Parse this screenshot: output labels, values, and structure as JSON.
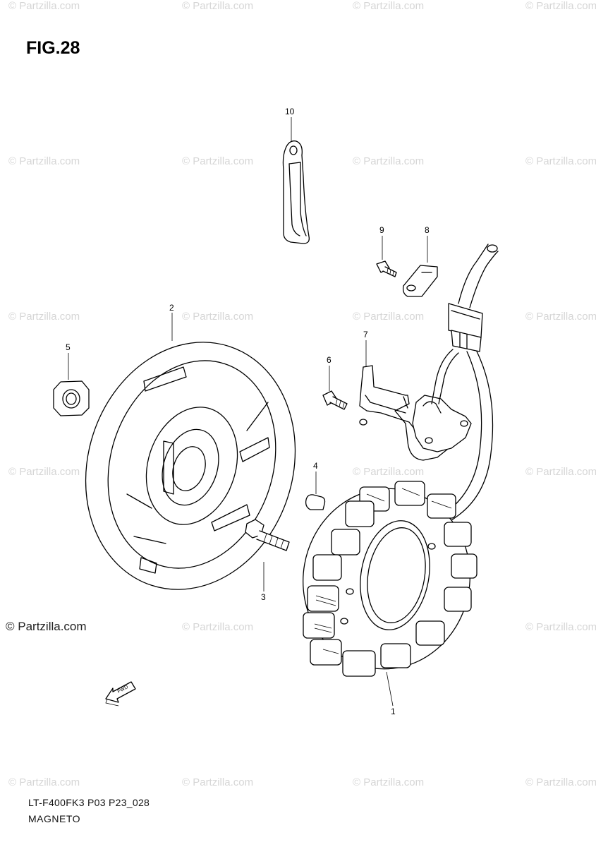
{
  "figure": {
    "title": "FIG.28",
    "copyright": "© Partzilla.com",
    "code": "LT-F400FK3 P03 P23_028",
    "description": "MAGNETO",
    "watermark_text": "© Partzilla.com",
    "fwd_label": "FWD"
  },
  "callouts": [
    {
      "id": "1",
      "label": "1"
    },
    {
      "id": "2",
      "label": "2"
    },
    {
      "id": "3",
      "label": "3"
    },
    {
      "id": "4",
      "label": "4"
    },
    {
      "id": "5",
      "label": "5"
    },
    {
      "id": "6",
      "label": "6"
    },
    {
      "id": "7",
      "label": "7"
    },
    {
      "id": "8",
      "label": "8"
    },
    {
      "id": "9",
      "label": "9"
    },
    {
      "id": "10",
      "label": "10"
    }
  ],
  "colors": {
    "line": "#000000",
    "watermark": "#d6d6d6",
    "background": "#ffffff"
  }
}
